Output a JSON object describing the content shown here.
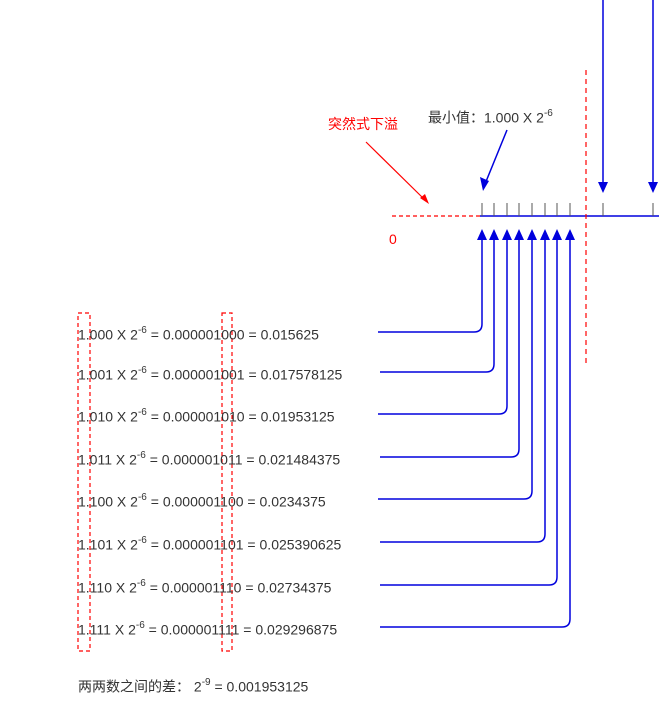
{
  "labels": {
    "underflow": "突然式下溢",
    "zero": "0",
    "min_prefix": "最小值：1.000 X 2",
    "min_exp": "-6",
    "diff_prefix": "两两数之间的差：  2",
    "diff_exp": "-9",
    "diff_suffix": " = 0.001953125"
  },
  "rows": [
    {
      "mantissa": "1.000",
      "exp": "-6",
      "binary": "0.000001000",
      "decimal": "0.015625"
    },
    {
      "mantissa": "1.001",
      "exp": "-6",
      "binary": "0.000001001",
      "decimal": "0.017578125"
    },
    {
      "mantissa": "1.010",
      "exp": "-6",
      "binary": "0.000001010",
      "decimal": "0.01953125"
    },
    {
      "mantissa": "1.011",
      "exp": "-6",
      "binary": "0.000001011",
      "decimal": "0.021484375"
    },
    {
      "mantissa": "1.100",
      "exp": "-6",
      "binary": "0.000001100",
      "decimal": "0.0234375"
    },
    {
      "mantissa": "1.101",
      "exp": "-6",
      "binary": "0.000001101",
      "decimal": "0.025390625"
    },
    {
      "mantissa": "1.110",
      "exp": "-6",
      "binary": "0.000001110",
      "decimal": "0.02734375"
    },
    {
      "mantissa": "1.111",
      "exp": "-6",
      "binary": "0.000001111",
      "decimal": "0.029296875"
    }
  ],
  "colors": {
    "blue": "#0000dd",
    "red": "#ff0000",
    "text": "#333333",
    "tick": "#555555"
  }
}
